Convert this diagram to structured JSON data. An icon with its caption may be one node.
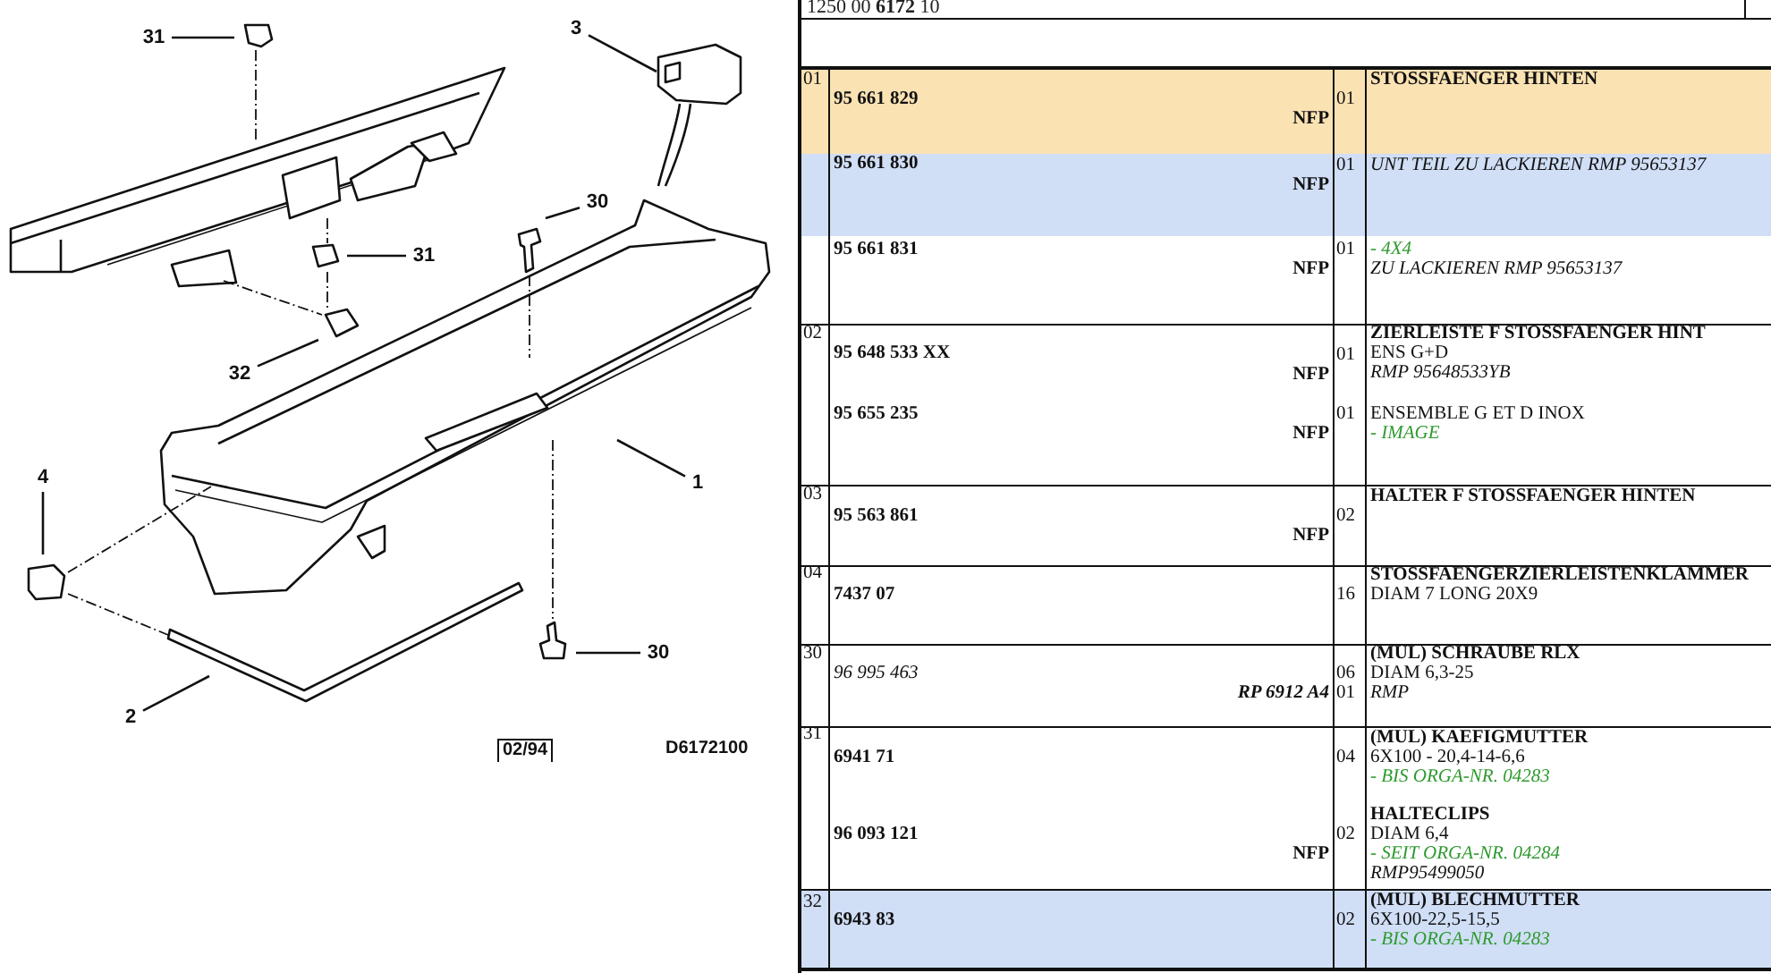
{
  "diagram": {
    "nodes": [
      {
        "text": [
          "31"
        ]
      },
      {
        "text": [
          "3"
        ]
      },
      {
        "text": [
          "30"
        ]
      },
      {
        "text": [
          "31"
        ]
      },
      {
        "text": [
          "32"
        ]
      },
      {
        "text": [
          "1"
        ]
      },
      {
        "text": [
          "4"
        ]
      },
      {
        "text": [
          "2"
        ]
      },
      {
        "text": [
          "30"
        ]
      }
    ],
    "edges": [
      {
        "from": 0,
        "to": null,
        "arrow": "none"
      },
      {
        "from": 1,
        "to": null,
        "arrow": "none"
      },
      {
        "from": 2,
        "to": null,
        "arrow": "none"
      },
      {
        "from": 3,
        "to": null,
        "arrow": "none"
      },
      {
        "from": 4,
        "to": null,
        "arrow": "none"
      },
      {
        "from": 5,
        "to": null,
        "arrow": "none"
      },
      {
        "from": 6,
        "to": null,
        "arrow": "none"
      },
      {
        "from": 7,
        "to": null,
        "arrow": "none"
      },
      {
        "from": 8,
        "to": null,
        "arrow": "none"
      }
    ],
    "labels": [
      "1250 00 **6172** 10",
      "01",
      "95 661 829",
      "NFP",
      "01",
      "STOSSFAENGER HINTEN",
      "95 661 830",
      "NFP",
      "01",
      "UNT TEIL ZU LACKIEREN RMP 95653137",
      "95 661 831",
      "NFP",
      "01",
      "- 4X4",
      "ZU LACKIEREN RMP 95653137",
      "02",
      "95 648 533 XX",
      "NFP",
      "01",
      "ZIERLEISTE F STOSSFAENGER HINT",
      "ENS G+D",
      "RMP 95648533YB",
      "95 655 235",
      "NFP",
      "01",
      "ENSEMBLE G ET D INOX",
      "- IMAGE",
      "03",
      "95 563 861",
      "NFP",
      "02",
      "HALTER F STOSSFAENGER HINTEN",
      "04",
      "7437 07",
      "16",
      "STOSSFAENGERZIERLEISTENKLAMMER",
      "DIAM 7 LONG 20X9",
      "30",
      "96 995 463",
      "RP 6912 A4",
      "06",
      "01",
      "(MUL) SCHRAUBE RLX",
      "DIAM 6,3-25",
      "RMP",
      "31",
      "6941 71",
      "04",
      "(MUL) KAEFIGMUTTER",
      "6X100 - 20,4-14-6,6",
      "- BIS ORGA-NR. 04283",
      "96 093 121",
      "NFP",
      "02",
      "HALTECLIPS",
      "DIAM 6,4",
      "- SEIT ORGA-NR. 04284",
      "RMP95499050",
      "32",
      "6943 83",
      "02",
      "(MUL) BLECHMUTTER",
      "6X100-22,5-15,5",
      "- BIS ORGA-NR. 04283",
      "02/94",
      "D6172100"
    ]
  }
}
